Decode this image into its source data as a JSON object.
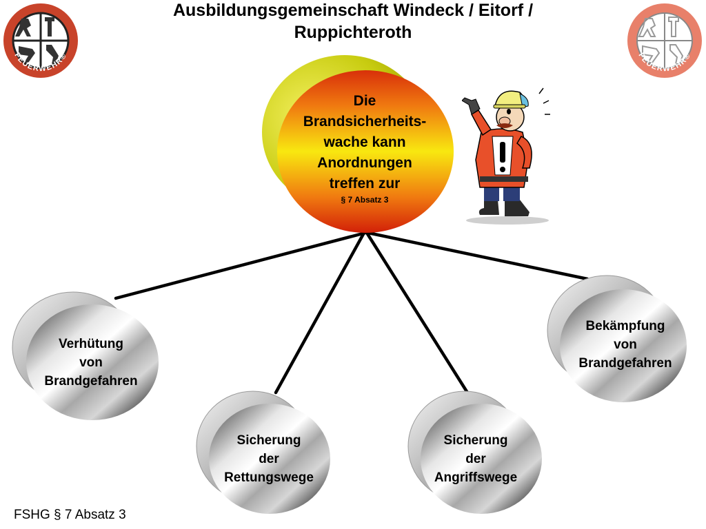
{
  "header": {
    "title_line1": "Ausbildungsgemeinschaft Windeck / Eitorf /",
    "title_line2": "Ruppichteroth"
  },
  "emblems": {
    "left_text": "FEUERWEHR®",
    "right_text": "FEUERWEHR®",
    "left_color": "#c8432a",
    "right_color": "#e8806a"
  },
  "center": {
    "line1": "Die",
    "line2": "Brandsicherheits-",
    "line3": "wache kann",
    "line4": "Anordnungen",
    "line5": "treffen zur",
    "sub": "§ 7 Absatz 3"
  },
  "nodes": [
    {
      "id": "verhuetung",
      "line1": "Verhütung",
      "line2": "von",
      "line3": "Brandgefahren"
    },
    {
      "id": "rettungswege",
      "line1": "Sicherung",
      "line2": "der",
      "line3": "Rettungswege"
    },
    {
      "id": "angriffswege",
      "line1": "Sicherung",
      "line2": "der",
      "line3": "Angriffswege"
    },
    {
      "id": "bekaempfung",
      "line1": "Bekämpfung",
      "line2": "von",
      "line3": "Brandgefahren"
    }
  ],
  "footer": {
    "text": "FSHG § 7 Absatz 3"
  }
}
